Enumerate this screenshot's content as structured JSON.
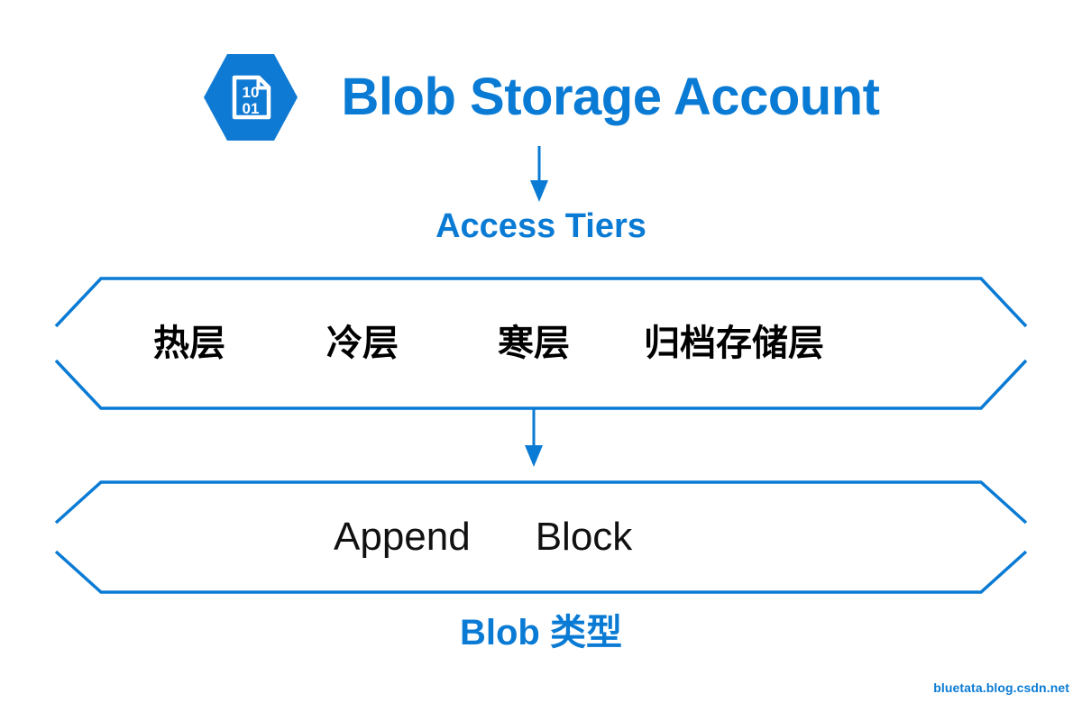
{
  "theme": {
    "accent_blue": "#0a7bd4",
    "text_black": "#000000",
    "background": "#ffffff"
  },
  "header": {
    "icon": {
      "name": "blob-storage-hexagon-icon",
      "shape": "hexagon",
      "inner_shape": "document-page",
      "line_top": "10",
      "line_bottom": "01"
    },
    "title": "Blob Storage Account"
  },
  "flow": {
    "arrow_top": {
      "name": "arrow-down-to-access-tiers",
      "direction": "down"
    },
    "access_tiers_label": "Access Tiers",
    "arrow_middle": {
      "name": "arrow-down-to-blob-types",
      "direction": "down"
    }
  },
  "access_tiers_banner": {
    "shape": "open-chevron-banner",
    "tiers": [
      {
        "label": "热层"
      },
      {
        "label": "冷层"
      },
      {
        "label": "寒层"
      },
      {
        "label": "归档存储层"
      }
    ]
  },
  "blob_types_banner": {
    "shape": "open-chevron-banner",
    "types": [
      {
        "label": "Append"
      },
      {
        "label": "Block"
      }
    ],
    "caption": "Blob 类型"
  },
  "watermark": {
    "text": "bluetata.blog.csdn.net"
  }
}
